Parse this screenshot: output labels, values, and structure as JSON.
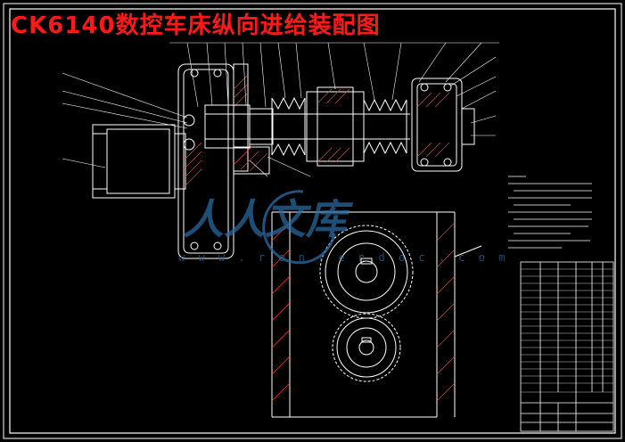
{
  "title": "CK6140数控车床纵向进给装配图",
  "watermark": {
    "logo_text": "人人文库",
    "url_text": "w w w . r e n r e n d o c . c o m"
  },
  "colors": {
    "background": "#000000",
    "line": "#ffffff",
    "hatch": "#ff3a3a",
    "title": "#ff1a1a",
    "watermark": "#2a6fa8"
  }
}
